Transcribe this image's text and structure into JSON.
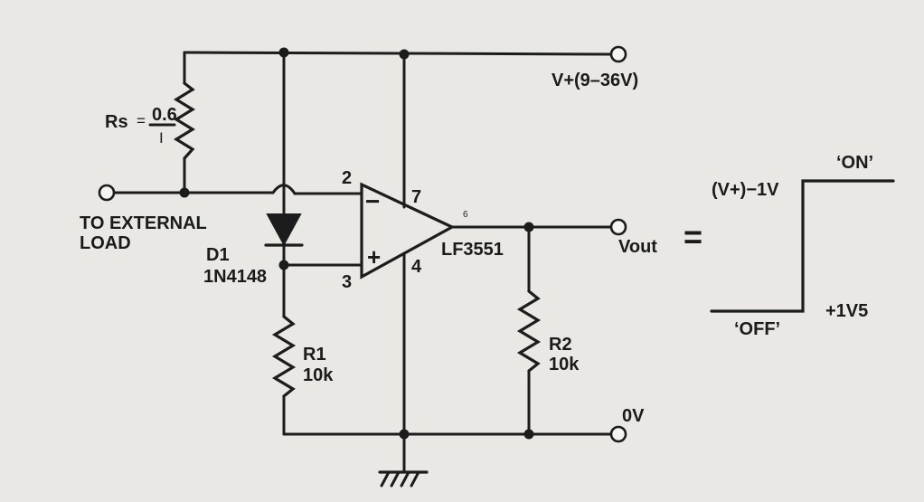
{
  "labels": {
    "rs_prefix": "Rs",
    "rs_equals": "=",
    "rs_num": "0.6",
    "rs_den": "I",
    "supply": "V+(9–36V)",
    "load_line1": "TO EXTERNAL",
    "load_line2": "LOAD",
    "d1_name": "D1",
    "d1_part": "1N4148",
    "pin2": "2",
    "pin3": "3",
    "pin7": "7",
    "pin4": "4",
    "pin6": "6",
    "opamp_minus": "−",
    "opamp_plus": "+",
    "opamp_part": "LF3551",
    "vout": "Vout",
    "r1_name": "R1",
    "r1_value": "10k",
    "r2_name": "R2",
    "r2_value": "10k",
    "zero_v": "0V",
    "equals": "="
  },
  "waveform": {
    "high_level": "(V+)−1V",
    "low_level": "+1V5",
    "on_label": "‘ON’",
    "off_label": "‘OFF’"
  }
}
